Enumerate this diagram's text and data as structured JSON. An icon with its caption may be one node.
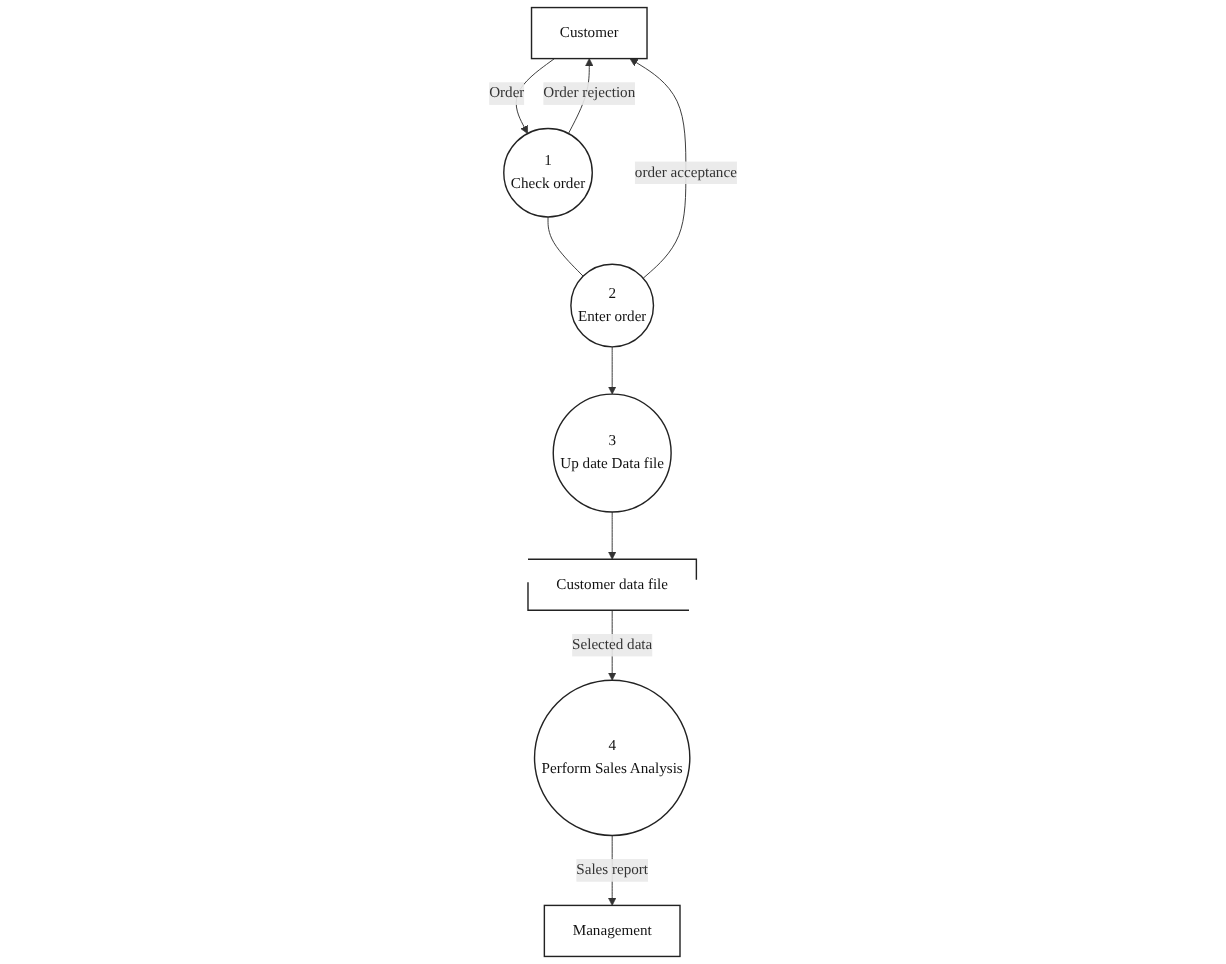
{
  "diagram": {
    "nodes": [
      {
        "text": [
          "Customer"
        ]
      },
      {
        "text": [
          "1",
          "Check order"
        ]
      },
      {
        "text": [
          "2",
          "Enter order"
        ]
      },
      {
        "text": [
          "3",
          "Up date Data file"
        ]
      },
      {
        "text": [
          "Customer data file"
        ]
      },
      {
        "text": [
          "4",
          "Perform Sales Analysis"
        ]
      },
      {
        "text": [
          "Management"
        ]
      }
    ],
    "edges": [
      {
        "from": 0,
        "to": 1,
        "label": "Order",
        "arrow": "to"
      },
      {
        "from": 1,
        "to": 0,
        "label": "Order rejection",
        "arrow": "to"
      },
      {
        "from": 1,
        "to": 2,
        "arrow": "none"
      },
      {
        "from": 2,
        "to": 0,
        "label": "order acceptance",
        "arrow": "to"
      },
      {
        "from": 2,
        "to": 3,
        "arrow": "to"
      },
      {
        "from": 3,
        "to": 4,
        "arrow": "to"
      },
      {
        "from": 4,
        "to": 5,
        "label": "Selected data",
        "arrow": "to"
      },
      {
        "from": 5,
        "to": 6,
        "label": "Sales report",
        "arrow": "to"
      }
    ]
  }
}
